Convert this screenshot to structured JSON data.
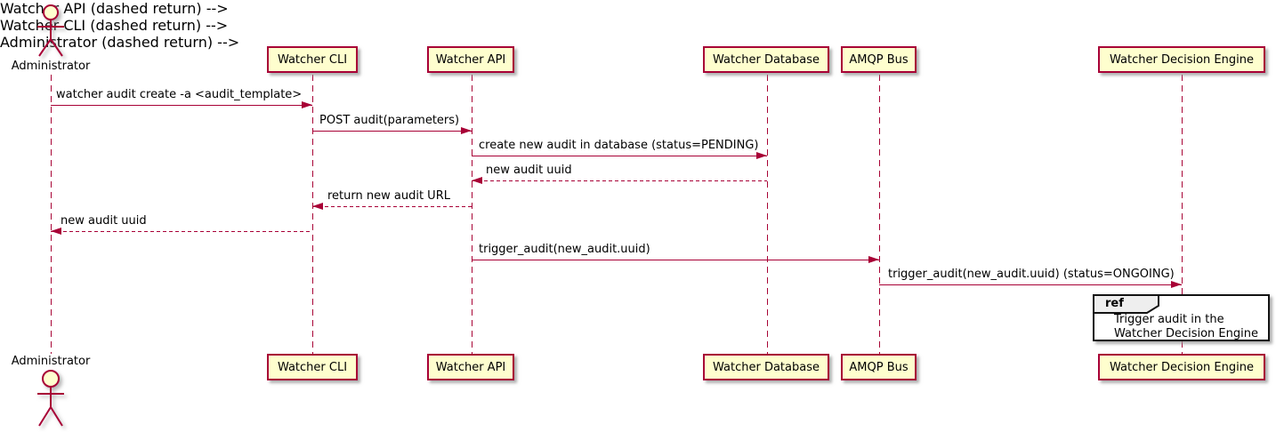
{
  "diagram_type": "sequence",
  "colors": {
    "participant_fill": "#fefece",
    "participant_border": "#a80036",
    "arrow": "#a80036",
    "lifeline": "#a80036",
    "ref_border": "#131313",
    "ref_label_fill": "#eeeeee",
    "text": "#000000"
  },
  "actors": {
    "administrator": {
      "label": "Administrator"
    }
  },
  "participants": [
    {
      "id": "watcher-cli",
      "label": "Watcher CLI"
    },
    {
      "id": "watcher-api",
      "label": "Watcher API"
    },
    {
      "id": "watcher-database",
      "label": "Watcher Database"
    },
    {
      "id": "amqp-bus",
      "label": "AMQP Bus"
    },
    {
      "id": "watcher-decision-engine",
      "label": "Watcher Decision Engine"
    }
  ],
  "messages": [
    {
      "from": "Administrator",
      "to": "Watcher CLI",
      "style": "solid",
      "text": "watcher audit create -a <audit_template>"
    },
    {
      "from": "Watcher CLI",
      "to": "Watcher API",
      "style": "solid",
      "text": "POST audit(parameters)"
    },
    {
      "from": "Watcher API",
      "to": "Watcher Database",
      "style": "solid",
      "text": "create new audit in database (status=PENDING)"
    },
    {
      "from": "Watcher Database",
      "to": "Watcher API",
      "style": "dashed",
      "text": "new audit uuid"
    },
    {
      "from": "Watcher API",
      "to": "Watcher CLI",
      "style": "dashed",
      "text": "return new audit URL"
    },
    {
      "from": "Watcher CLI",
      "to": "Administrator",
      "style": "dashed",
      "text": "new audit uuid"
    },
    {
      "from": "Watcher API",
      "to": "AMQP Bus",
      "style": "solid",
      "text": "trigger_audit(new_audit.uuid)"
    },
    {
      "from": "AMQP Bus",
      "to": "Watcher Decision Engine",
      "style": "solid",
      "text": "trigger_audit(new_audit.uuid) (status=ONGOING)"
    }
  ],
  "ref": {
    "keyword": "ref",
    "over": "Watcher Decision Engine",
    "lines": [
      "Trigger audit in the",
      "Watcher Decision Engine"
    ]
  }
}
